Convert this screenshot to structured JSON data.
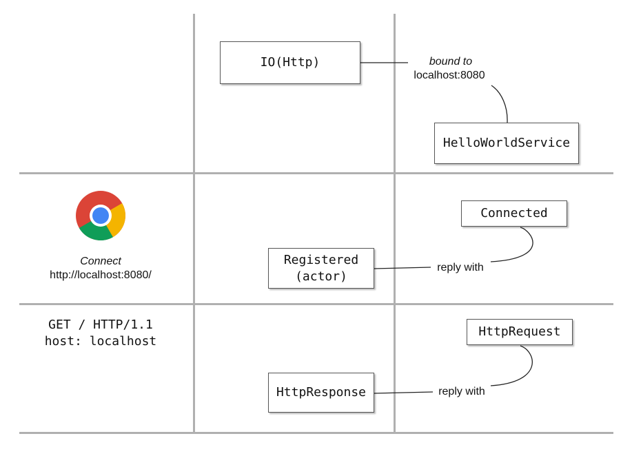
{
  "nodes": {
    "io_http": "IO(Http)",
    "hello_world_service": "HelloWorldService",
    "connected": "Connected",
    "registered": "Registered",
    "registered_sub": "(actor)",
    "http_request": "HttpRequest",
    "http_response": "HttpResponse"
  },
  "edge_labels": {
    "bound_to": "bound to",
    "bound_address": "localhost:8080",
    "reply_with_1": "reply with",
    "reply_with_2": "reply with"
  },
  "browser": {
    "icon": "chrome-browser-icon",
    "action": "Connect",
    "url": "http://localhost:8080/"
  },
  "request": {
    "line1": "GET / HTTP/1.1",
    "line2": "host: localhost"
  },
  "colors": {
    "grid": "#b0b0b0",
    "connector": "#222222",
    "box_border": "#555555"
  }
}
